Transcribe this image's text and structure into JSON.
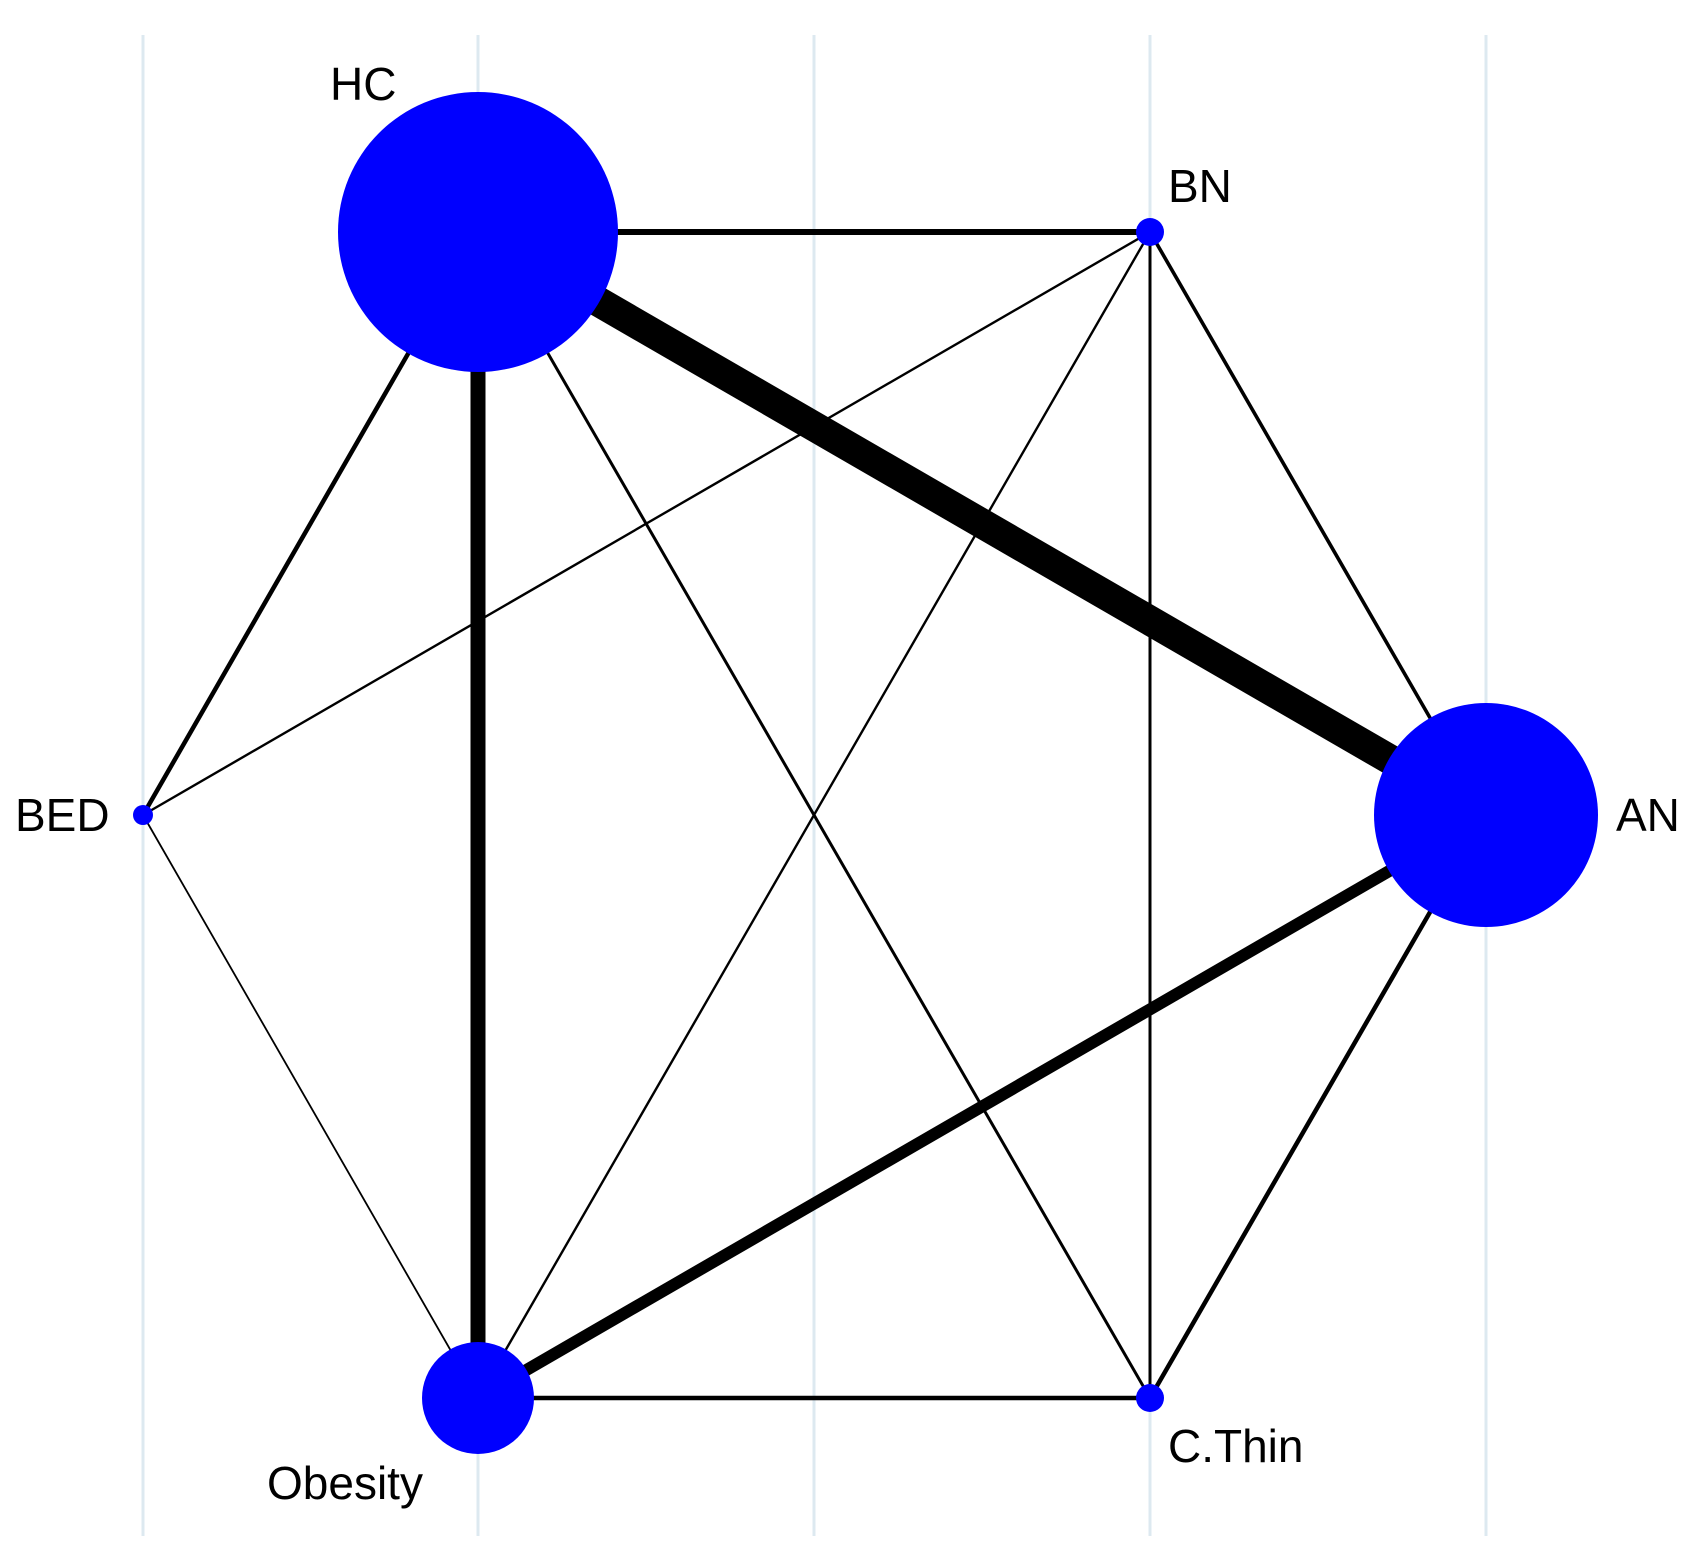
{
  "diagram": {
    "type": "network",
    "node_color": "#0000ff",
    "edge_color": "#000000",
    "nodes": [
      {
        "id": "HC",
        "label": "HC",
        "relative_size": 10
      },
      {
        "id": "BN",
        "label": "BN",
        "relative_size": 1
      },
      {
        "id": "AN",
        "label": "AN",
        "relative_size": 8
      },
      {
        "id": "C.Thin",
        "label": "C.Thin",
        "relative_size": 1
      },
      {
        "id": "Obesity",
        "label": "Obesity",
        "relative_size": 4
      },
      {
        "id": "BED",
        "label": "BED",
        "relative_size": 0.5
      }
    ],
    "edges": [
      {
        "from": "HC",
        "to": "BN",
        "weight": 2
      },
      {
        "from": "HC",
        "to": "AN",
        "weight": 10
      },
      {
        "from": "HC",
        "to": "Obesity",
        "weight": 5
      },
      {
        "from": "HC",
        "to": "C.Thin",
        "weight": 1
      },
      {
        "from": "HC",
        "to": "BED",
        "weight": 1.5
      },
      {
        "from": "BN",
        "to": "AN",
        "weight": 1.2
      },
      {
        "from": "BN",
        "to": "C.Thin",
        "weight": 1
      },
      {
        "from": "BN",
        "to": "Obesity",
        "weight": 0.8
      },
      {
        "from": "BN",
        "to": "BED",
        "weight": 0.8
      },
      {
        "from": "AN",
        "to": "Obesity",
        "weight": 4
      },
      {
        "from": "AN",
        "to": "C.Thin",
        "weight": 1.5
      },
      {
        "from": "Obesity",
        "to": "C.Thin",
        "weight": 1.5
      },
      {
        "from": "Obesity",
        "to": "BED",
        "weight": 0.6
      }
    ]
  }
}
